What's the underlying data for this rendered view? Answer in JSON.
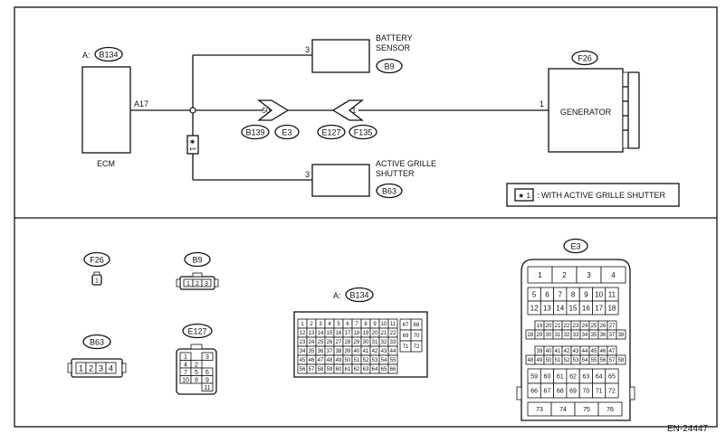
{
  "top": {
    "ecm_prefix": "A:",
    "ecm_code": "B134",
    "ecm_label": "ECM",
    "ecm_pin": "A17",
    "battery_sensor_l1": "BATTERY",
    "battery_sensor_l2": "SENSOR",
    "battery_sensor_code": "B9",
    "battery_sensor_pin": "3",
    "grille_l1": "ACTIVE GRILLE",
    "grille_l2": "SHUTTER",
    "grille_code": "B63",
    "grille_pin": "3",
    "star_mark": "★ 1",
    "conn_left_pin": "50",
    "conn_left_codes": [
      "B139",
      "E3"
    ],
    "conn_right_pin": "1",
    "conn_right_codes": [
      "E127",
      "F135"
    ],
    "generator_label": "GENERATOR",
    "generator_code": "F26",
    "generator_pin": "1",
    "legend_mark": "★ 1",
    "legend_text": ": WITH ACTIVE GRILLE SHUTTER"
  },
  "bottom": {
    "f26_code": "F26",
    "f26_pin": "1",
    "b9_code": "B9",
    "b9_pins": [
      "1",
      "2",
      "3"
    ],
    "b63_code": "B63",
    "b63_pins": [
      "1",
      "2",
      "3",
      "4"
    ],
    "e127_code": "E127",
    "e127_rows": [
      [
        "1",
        "",
        "3"
      ],
      [
        "4",
        "2",
        ""
      ],
      [
        "7",
        "5",
        "6"
      ],
      [
        "10",
        "8",
        "9"
      ],
      [
        "",
        "",
        "11"
      ]
    ],
    "b134_prefix": "A:",
    "b134_code": "B134",
    "b134_grid": [
      [
        "1",
        "2",
        "3",
        "4",
        "5",
        "6",
        "7",
        "8",
        "9",
        "10",
        "11"
      ],
      [
        "12",
        "13",
        "14",
        "15",
        "16",
        "17",
        "18",
        "19",
        "20",
        "21",
        "22"
      ],
      [
        "23",
        "24",
        "25",
        "26",
        "27",
        "28",
        "29",
        "30",
        "31",
        "32",
        "33"
      ],
      [
        "34",
        "35",
        "36",
        "37",
        "38",
        "39",
        "40",
        "41",
        "42",
        "43",
        "44"
      ],
      [
        "45",
        "46",
        "47",
        "48",
        "49",
        "50",
        "51",
        "52",
        "53",
        "54",
        "55"
      ],
      [
        "56",
        "57",
        "58",
        "59",
        "60",
        "61",
        "62",
        "63",
        "64",
        "65",
        "66"
      ]
    ],
    "b134_side": [
      [
        "67",
        "68"
      ],
      [
        "69",
        "70"
      ],
      [
        "71",
        "72"
      ]
    ],
    "e3_code": "E3",
    "e3_row1": [
      "1",
      "2",
      "3",
      "4"
    ],
    "e3_row2": [
      "5",
      "6",
      "7",
      "8",
      "9",
      "10",
      "11"
    ],
    "e3_row3": [
      "12",
      "13",
      "14",
      "15",
      "16",
      "17",
      "18"
    ],
    "e3_row4": [
      "19",
      "20",
      "21",
      "22",
      "23",
      "24",
      "25",
      "26",
      "27"
    ],
    "e3_row5": [
      "28",
      "29",
      "30",
      "31",
      "32",
      "33",
      "34",
      "35",
      "36",
      "37",
      "38"
    ],
    "e3_row6": [
      "39",
      "40",
      "41",
      "42",
      "43",
      "44",
      "45",
      "46",
      "47"
    ],
    "e3_row7": [
      "48",
      "49",
      "50",
      "51",
      "52",
      "53",
      "54",
      "55",
      "56",
      "57",
      "58"
    ],
    "e3_row8": [
      "59",
      "60",
      "61",
      "62",
      "63",
      "64",
      "65"
    ],
    "e3_row9": [
      "66",
      "67",
      "68",
      "69",
      "70",
      "71",
      "72"
    ],
    "e3_row10": [
      "73",
      "74",
      "75",
      "76"
    ]
  },
  "footer_code": "EN-24447"
}
